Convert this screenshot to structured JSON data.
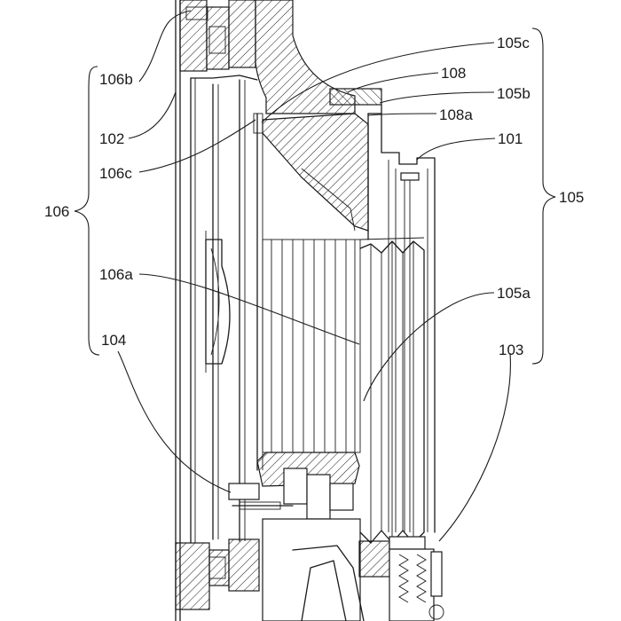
{
  "labels": {
    "l105c": "105c",
    "l108": "108",
    "l105b": "105b",
    "l108a": "108a",
    "l101": "101",
    "l105": "105",
    "l106b": "106b",
    "l102": "102",
    "l106c": "106c",
    "l106": "106",
    "l106a": "106a",
    "l105a": "105a",
    "l104": "104",
    "l103": "103"
  }
}
